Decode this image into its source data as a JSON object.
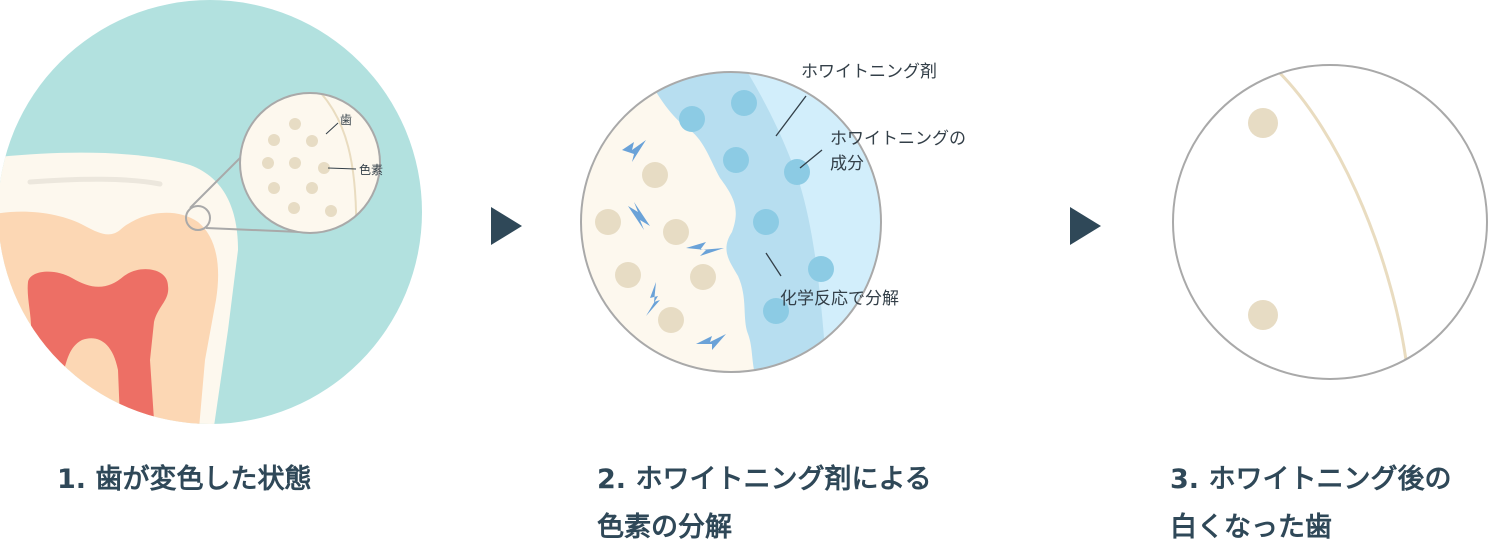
{
  "steps": [
    {
      "caption_lines": [
        "1. 歯が変色した状態"
      ],
      "zoom_labels": {
        "tooth": "歯",
        "pigment": "色素"
      }
    },
    {
      "caption_lines": [
        "2. ホワイトニング剤による",
        "色素の分解"
      ],
      "callouts": {
        "agent": "ホワイトニング剤",
        "component_line1": "ホワイトニングの",
        "component_line2": "成分",
        "reaction": "化学反応で分解"
      }
    },
    {
      "caption_lines": [
        "3. ホワイトニング後の",
        "白くなった歯"
      ]
    }
  ],
  "colors": {
    "teal_background": "#b2e1df",
    "enamel": "#fdf8ee",
    "dentin": "#fcd7b4",
    "pulp": "#ed6f65",
    "pigment": "#e7dcc4",
    "agent_dark": "#b7def0",
    "agent_light": "#d2eefb",
    "agent_dot": "#8ccbe4",
    "spark": "#6aa2d8",
    "outline": "#a9a9a9",
    "arrow": "#2f4858",
    "text": "#2f4858"
  },
  "icons": [
    "arrow-right-icon",
    "lightning-spark-icon"
  ]
}
